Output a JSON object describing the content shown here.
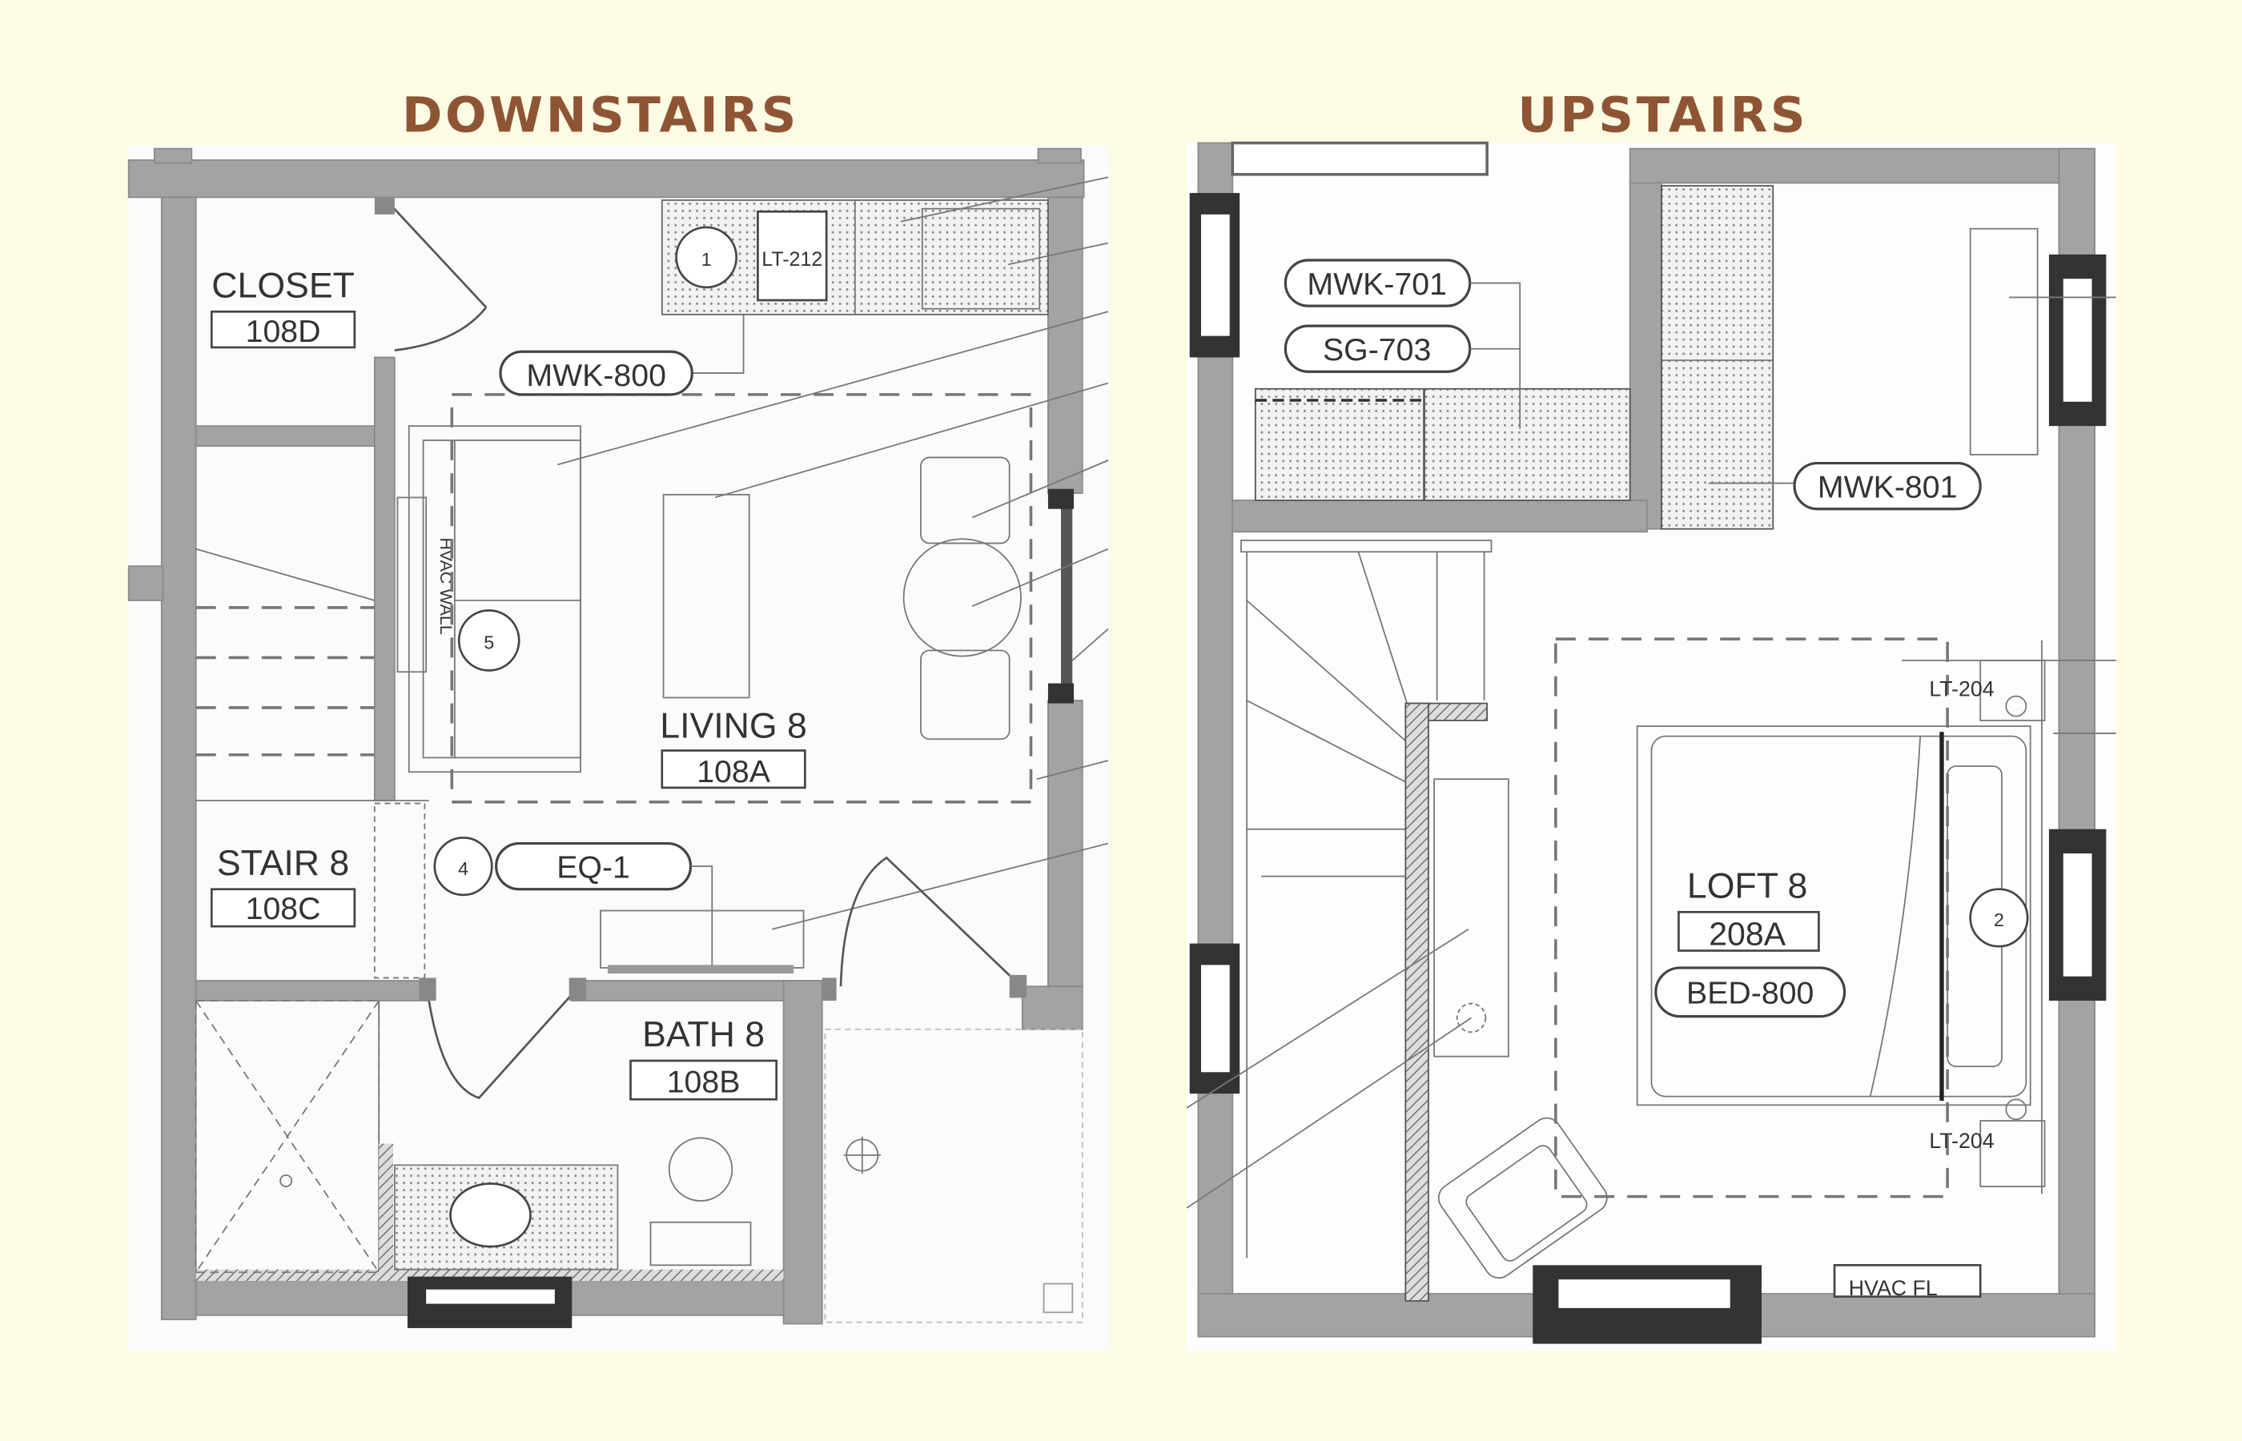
{
  "colors": {
    "background": "#FDFBE4",
    "title": "#8E5534",
    "wall": "#A3A3A3"
  },
  "downstairs": {
    "title": "DOWNSTAIRS",
    "rooms": [
      {
        "name": "CLOSET",
        "number": "108D"
      },
      {
        "name": "LIVING 8",
        "number": "108A"
      },
      {
        "name": "STAIR 8",
        "number": "108C"
      },
      {
        "name": "BATH 8",
        "number": "108B"
      }
    ],
    "tags": {
      "mwk": "MWK-800",
      "eq": "EQ-1",
      "lt": "LT-212",
      "hvac_wall": "HVAC WALL"
    },
    "keynotes": {
      "k1": "1",
      "k4": "4",
      "k5": "5"
    }
  },
  "upstairs": {
    "title": "UPSTAIRS",
    "rooms": [
      {
        "name": "LOFT 8",
        "number": "208A"
      }
    ],
    "tags": {
      "mwk701": "MWK-701",
      "sg703": "SG-703",
      "mwk801": "MWK-801",
      "bed": "BED-800",
      "lt_top": "LT-204",
      "lt_bottom": "LT-204",
      "hvac_fl": "HVAC FL"
    },
    "keynotes": {
      "k2": "2"
    }
  }
}
